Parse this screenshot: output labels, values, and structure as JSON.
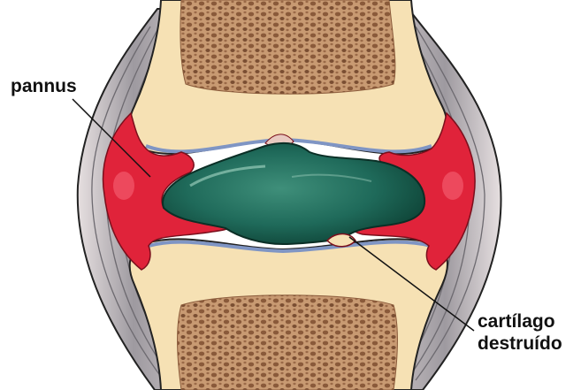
{
  "labels": {
    "pannus": "pannus",
    "cartilage_line1": "cartílago",
    "cartilage_line2": "destruído"
  },
  "colors": {
    "bone_shaft": "#f6e1b4",
    "trabecular_bone": "#b8835c",
    "inflamed_synovium": "#e0233a",
    "joint_space_fluid": "#1f6a5a",
    "cartilage_edge": "#7f95c4",
    "ligament": "#9e9aa0",
    "outline": "#222222"
  }
}
